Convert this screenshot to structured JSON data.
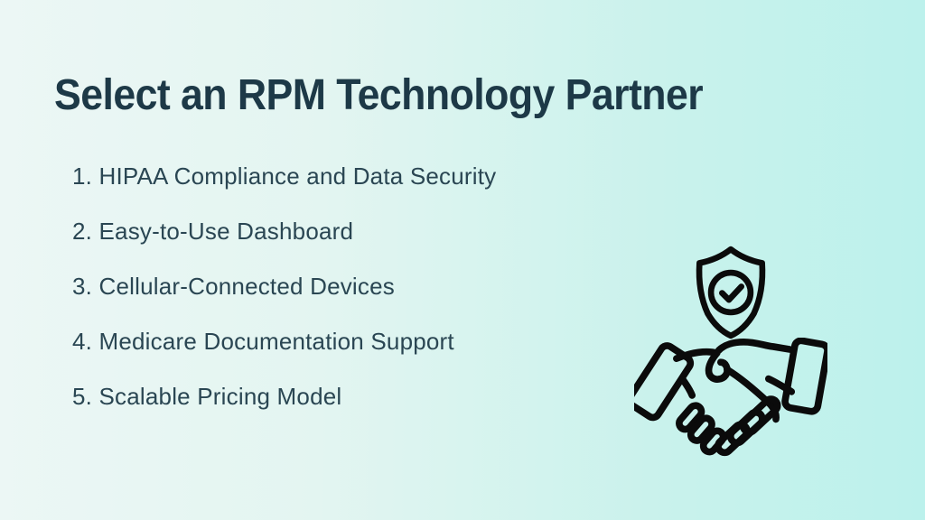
{
  "slide": {
    "title": "Select an RPM Technology Partner",
    "items": [
      "1. HIPAA Compliance and Data Security",
      "2. Easy-to-Use Dashboard",
      "3. Cellular-Connected Devices",
      "4. Medicare Documentation Support",
      "5. Scalable Pricing Model"
    ],
    "icons": {
      "shield_check": "shield-check-icon",
      "handshake": "handshake-icon"
    },
    "colors": {
      "background_gradient_start": "#ecf7f5",
      "background_gradient_end": "#bcf1ec",
      "title_text": "#1d3947",
      "body_text": "#2a4653",
      "icon_stroke": "#0b0b0b"
    }
  }
}
